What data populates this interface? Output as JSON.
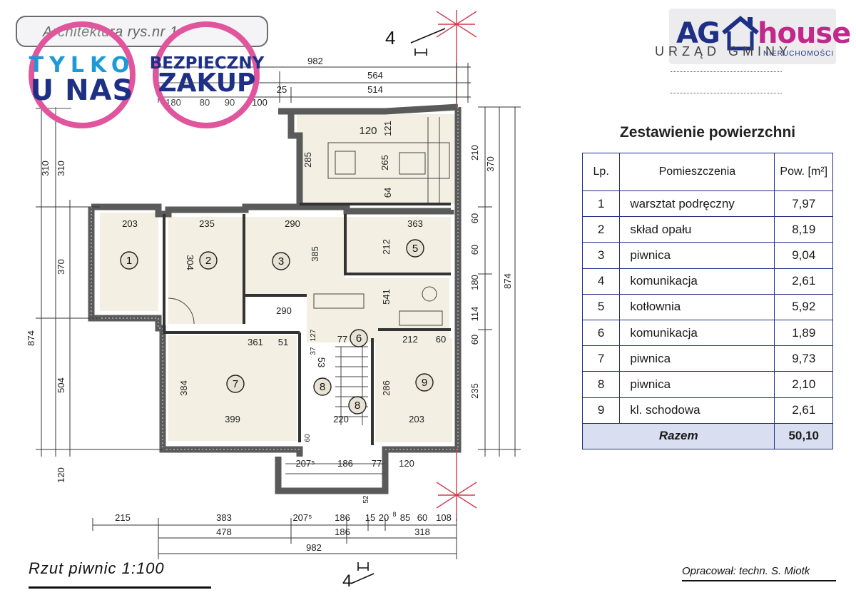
{
  "title": {
    "architecture_label": "Architektura rys.nr 1"
  },
  "badges": {
    "tylko_line1": "TYLKO",
    "tylko_line2": "U NAS",
    "bezp_line1": "BEZPIECZNY",
    "bezp_line2": "ZAKUP"
  },
  "logo": {
    "ag": "AG",
    "house": "house",
    "sub": "NIERUCHOMOŚCI"
  },
  "office_stamp": "URZĄD GMINY",
  "table": {
    "title": "Zestawienie powierzchni",
    "headers": {
      "lp": "Lp.",
      "room": "Pomieszczenia",
      "area": "Pow. [m²]"
    },
    "rows": [
      {
        "lp": "1",
        "name": "warsztat podręczny",
        "area": "7,97"
      },
      {
        "lp": "2",
        "name": "skład opału",
        "area": "8,19"
      },
      {
        "lp": "3",
        "name": "piwnica",
        "area": "9,04"
      },
      {
        "lp": "4",
        "name": "komunikacja",
        "area": "2,61"
      },
      {
        "lp": "5",
        "name": "kotłownia",
        "area": "5,92"
      },
      {
        "lp": "6",
        "name": "komunikacja",
        "area": "1,89"
      },
      {
        "lp": "7",
        "name": "piwnica",
        "area": "9,73"
      },
      {
        "lp": "8",
        "name": "piwnica",
        "area": "2,10"
      },
      {
        "lp": "9",
        "name": "kl. schodowa",
        "area": "2,61"
      }
    ],
    "total_label": "Razem",
    "total_value": "50,10"
  },
  "plan_title": "Rzut piwnic 1:100",
  "author": "Opracował: techn. S. Miotk",
  "section_mark": "4",
  "plan": {
    "room_numbers": [
      "1",
      "2",
      "3",
      "5",
      "6",
      "7",
      "8",
      "8",
      "9"
    ],
    "dims_top": [
      "982",
      "564",
      "514",
      "25"
    ],
    "dims_small_top": [
      "180",
      "80",
      "90",
      "100"
    ],
    "dims_bottom_row1": [
      "215",
      "383",
      "207⁵",
      "186",
      "15",
      "20",
      "8",
      "85",
      "60",
      "108"
    ],
    "dims_bottom_row2": [
      "478",
      "186",
      "318"
    ],
    "dims_bottom_row3": [
      "982"
    ],
    "dims_left": [
      "310",
      "310",
      "370",
      "874",
      "504",
      "120"
    ],
    "dims_right": [
      "210",
      "370",
      "60",
      "60",
      "180",
      "114",
      "60",
      "235",
      "874"
    ],
    "dims_inner": [
      "120",
      "121",
      "285",
      "265",
      "64",
      "203",
      "235",
      "290",
      "363",
      "304",
      "385",
      "212",
      "541",
      "290",
      "361",
      "51",
      "77",
      "212",
      "60",
      "384",
      "399",
      "53",
      "286",
      "203",
      "220",
      "207⁵",
      "186",
      "77",
      "120",
      "52",
      "127",
      "37",
      "60"
    ]
  }
}
